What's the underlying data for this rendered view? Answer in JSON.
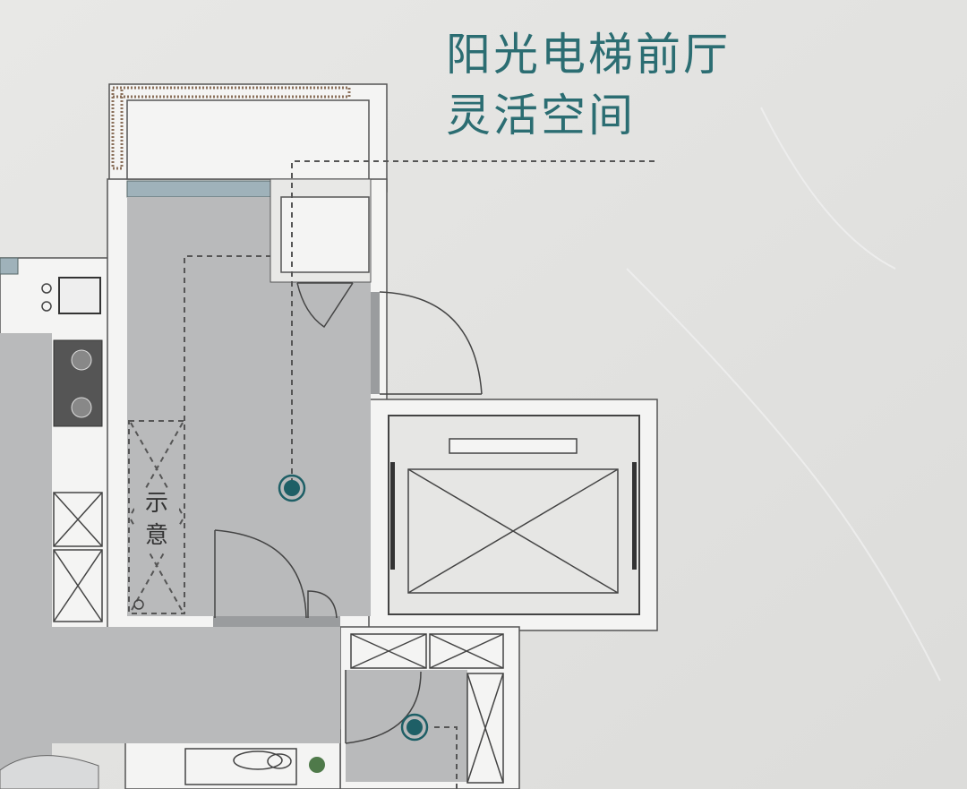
{
  "headline": {
    "line1": "阳光电梯前厅",
    "line2": "灵活空间"
  },
  "plan_labels": {
    "cabinet_char1": "示",
    "cabinet_char2": "意"
  },
  "colors": {
    "accent": "#1e5f66",
    "title": "#2b6d72",
    "floor": "#b9babb",
    "background": "#e4e4e2"
  }
}
